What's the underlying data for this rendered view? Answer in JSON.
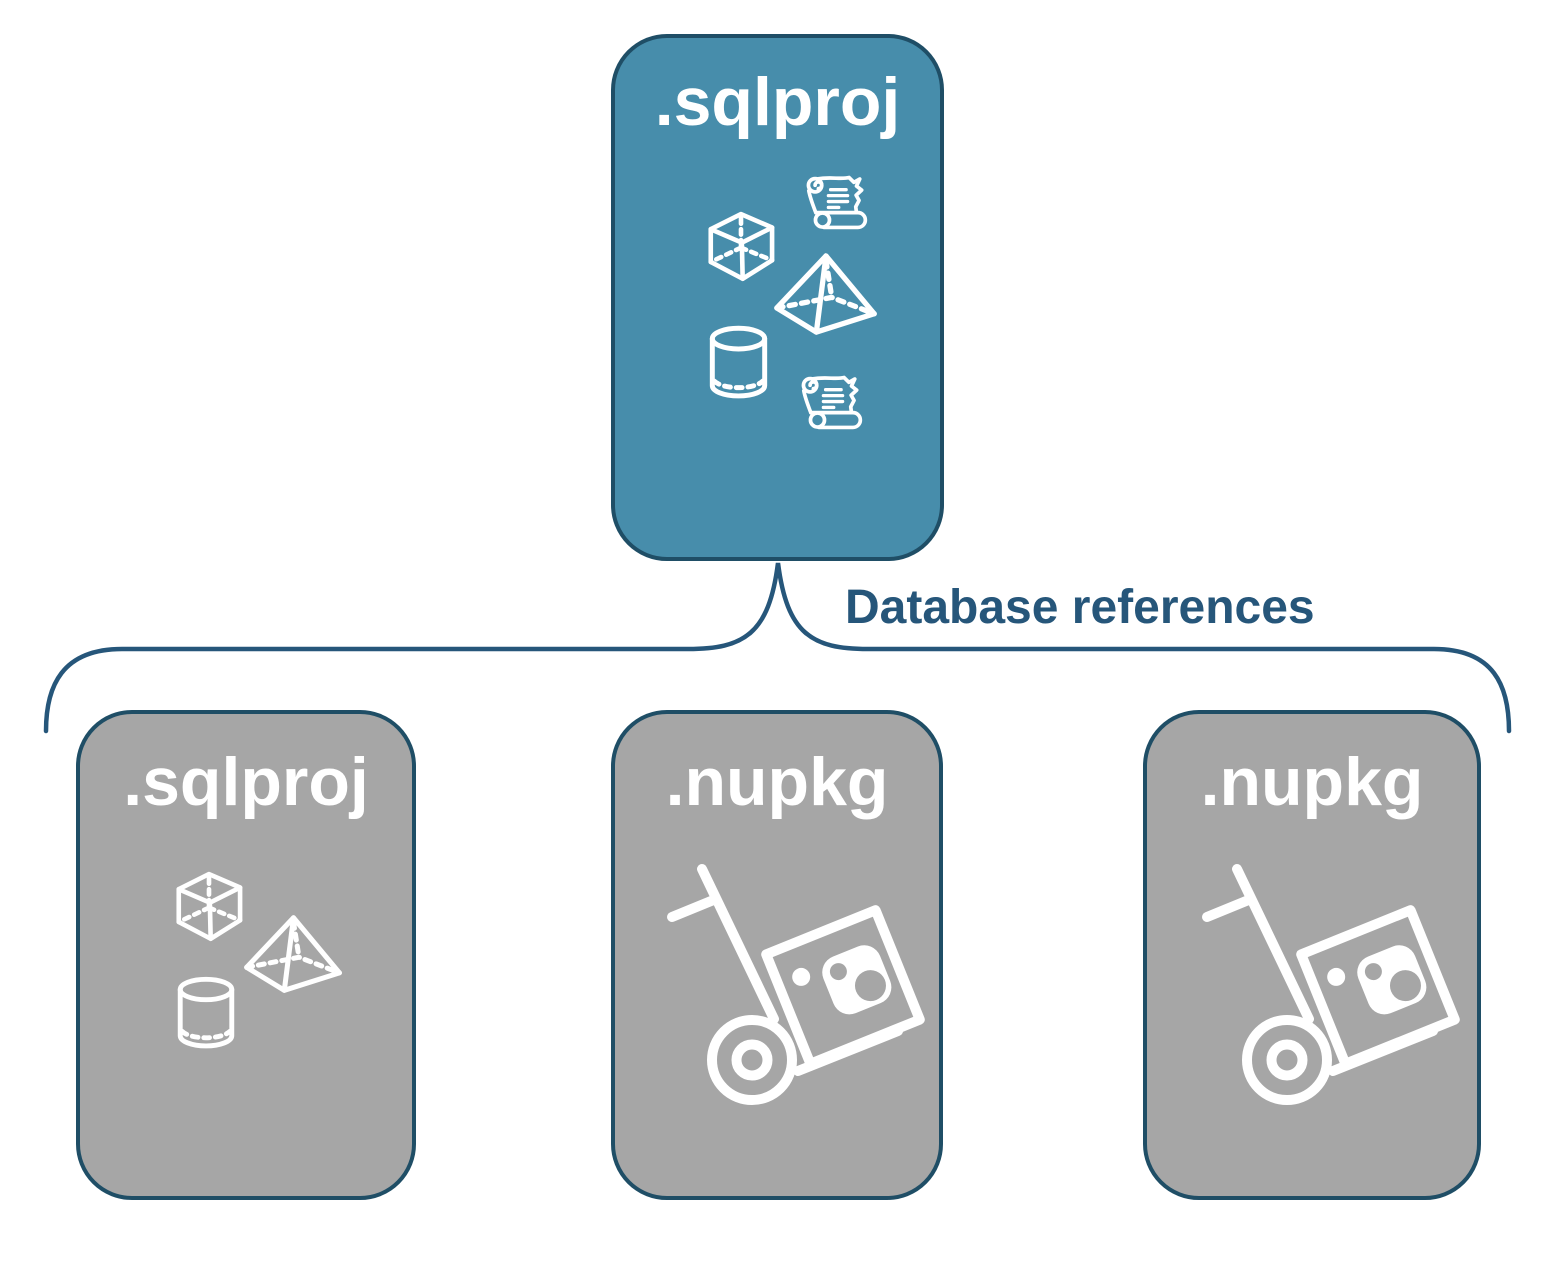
{
  "colors": {
    "blue_fill": "#478DAB",
    "gray_fill": "#A6A6A6",
    "card_border": "#1F4E66",
    "accent": "#26567A",
    "icon": "#FFFFFF",
    "background": "#FFFFFF"
  },
  "main_card": {
    "label": ".sqlproj",
    "icons": [
      "scroll-icon",
      "cube-icon",
      "pyramid-icon",
      "cylinder-icon",
      "scroll-icon"
    ]
  },
  "connector": {
    "label": "Database references"
  },
  "referenced_cards": [
    {
      "label": ".sqlproj",
      "icons": [
        "cube-icon",
        "pyramid-icon",
        "cylinder-icon"
      ]
    },
    {
      "label": ".nupkg",
      "icons": [
        "hand-truck-package-icon"
      ]
    },
    {
      "label": ".nupkg",
      "icons": [
        "hand-truck-package-icon"
      ]
    }
  ]
}
